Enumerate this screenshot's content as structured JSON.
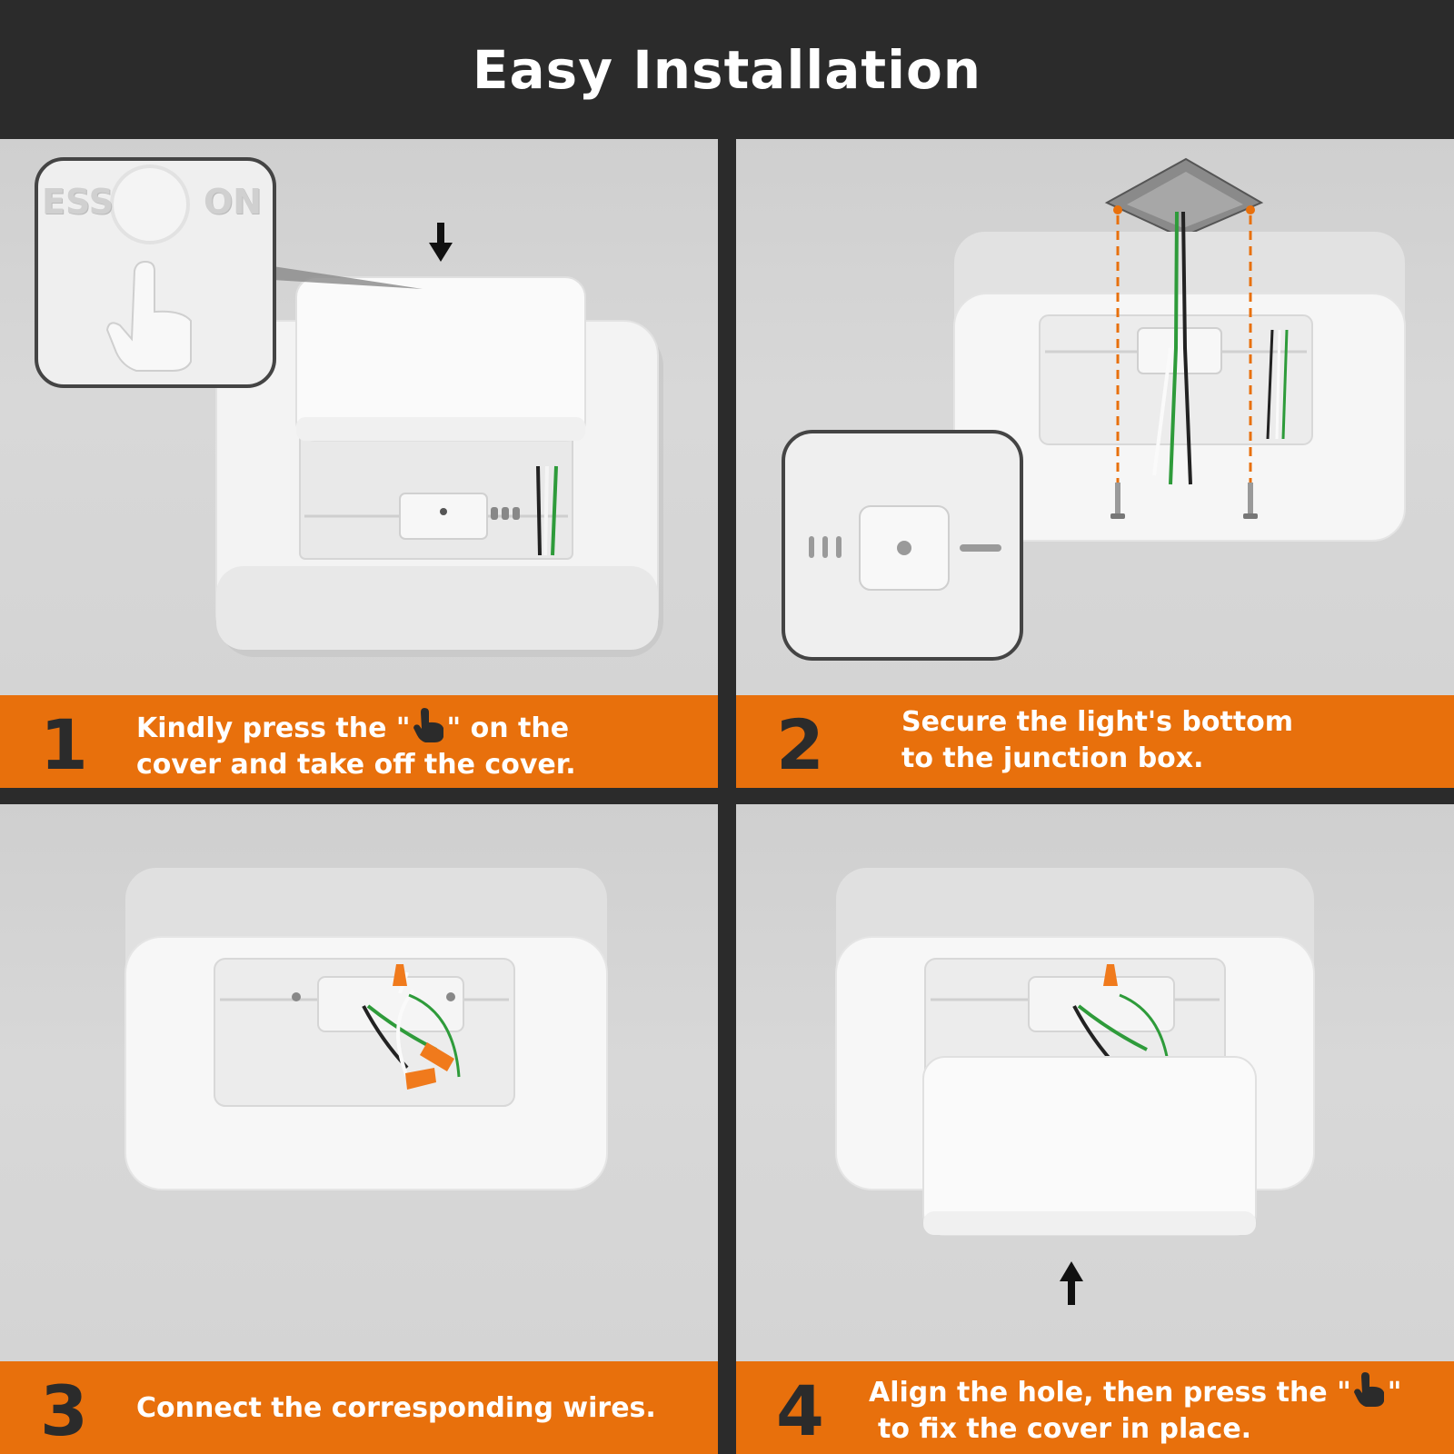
{
  "header": {
    "title": "Easy Installation"
  },
  "steps": [
    {
      "number": "1",
      "line1_pre": "Kindly press the \"",
      "line1_post": "\" on the",
      "line2": "cover and take off the cover.",
      "icon": "hand-pointer-icon",
      "inset_left": "ESS",
      "inset_right": "ON"
    },
    {
      "number": "2",
      "line1": "Secure the light's bottom",
      "line2": "to the junction box."
    },
    {
      "number": "3",
      "line1": "Connect the corresponding wires."
    },
    {
      "number": "4",
      "line1_pre": "Align the hole, then press the \"",
      "line1_post": "\"",
      "line2": "to fix the cover in place.",
      "icon": "hand-pointer-icon"
    }
  ],
  "colors": {
    "header_bg": "#2b2b2b",
    "caption_bg": "#e8700c",
    "panel_bg": "#d3d3d3",
    "fixture": "#f4f4f4",
    "wire_green": "#2e9b3a",
    "connector_orange": "#f07a1c",
    "guide_dash": "#e8700c"
  }
}
